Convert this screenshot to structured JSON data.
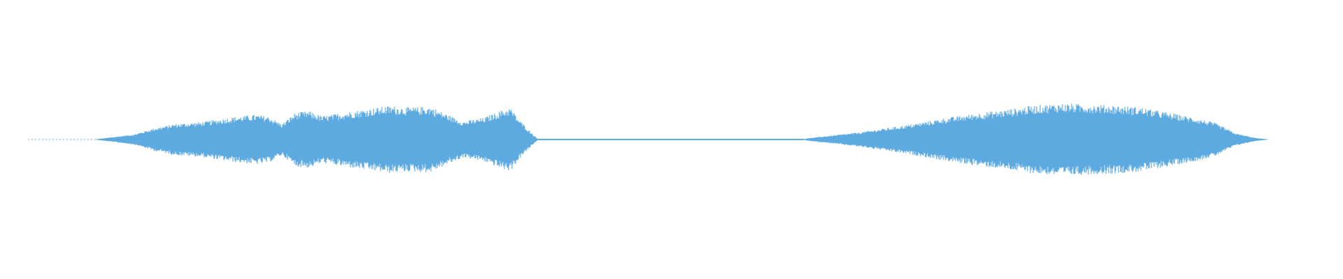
{
  "waveform": {
    "color": "#5DAAE0",
    "background": "#FFFFFF",
    "duration_fraction_segments": [
      {
        "start": 0.0,
        "end": 0.07,
        "amplitude": 0.0
      },
      {
        "start": 0.07,
        "end": 0.4,
        "amplitude": "burst-1"
      },
      {
        "start": 0.4,
        "end": 0.6,
        "amplitude": 0.01
      },
      {
        "start": 0.6,
        "end": 0.945,
        "amplitude": "burst-2"
      },
      {
        "start": 0.945,
        "end": 1.0,
        "amplitude": 0.0
      }
    ],
    "burst_1_envelope": [
      [
        0.07,
        0.0
      ],
      [
        0.085,
        0.05
      ],
      [
        0.1,
        0.1
      ],
      [
        0.115,
        0.22
      ],
      [
        0.13,
        0.3
      ],
      [
        0.15,
        0.34
      ],
      [
        0.165,
        0.4
      ],
      [
        0.175,
        0.44
      ],
      [
        0.19,
        0.48
      ],
      [
        0.2,
        0.45
      ],
      [
        0.21,
        0.3
      ],
      [
        0.22,
        0.52
      ],
      [
        0.23,
        0.55
      ],
      [
        0.24,
        0.45
      ],
      [
        0.255,
        0.52
      ],
      [
        0.27,
        0.58
      ],
      [
        0.29,
        0.65
      ],
      [
        0.305,
        0.62
      ],
      [
        0.32,
        0.64
      ],
      [
        0.33,
        0.52
      ],
      [
        0.345,
        0.35
      ],
      [
        0.36,
        0.42
      ],
      [
        0.372,
        0.55
      ],
      [
        0.38,
        0.62
      ],
      [
        0.386,
        0.4
      ],
      [
        0.393,
        0.2
      ],
      [
        0.4,
        0.02
      ]
    ],
    "burst_2_envelope": [
      [
        0.6,
        0.02
      ],
      [
        0.62,
        0.08
      ],
      [
        0.64,
        0.14
      ],
      [
        0.66,
        0.22
      ],
      [
        0.68,
        0.3
      ],
      [
        0.7,
        0.4
      ],
      [
        0.715,
        0.46
      ],
      [
        0.73,
        0.52
      ],
      [
        0.75,
        0.58
      ],
      [
        0.77,
        0.66
      ],
      [
        0.79,
        0.7
      ],
      [
        0.81,
        0.68
      ],
      [
        0.83,
        0.66
      ],
      [
        0.85,
        0.62
      ],
      [
        0.87,
        0.52
      ],
      [
        0.89,
        0.42
      ],
      [
        0.905,
        0.32
      ],
      [
        0.92,
        0.12
      ],
      [
        0.935,
        0.03
      ],
      [
        0.945,
        0.0
      ]
    ]
  }
}
